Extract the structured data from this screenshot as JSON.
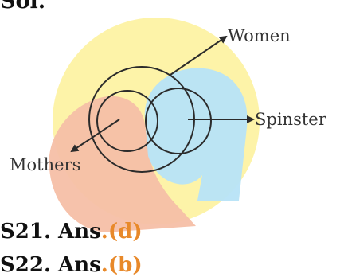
{
  "header": {
    "sol_label": "Sol."
  },
  "diagram": {
    "labels": {
      "women": "Women",
      "spinster": "Spinster",
      "mothers": "Mothers"
    },
    "colors": {
      "logo_yellow": "#fdf3a8",
      "logo_blue": "#b7e3f7",
      "logo_orange": "#f6bfa6",
      "line": "#2b2b2b"
    }
  },
  "answers": [
    {
      "prefix": "S21. Ans",
      "choice": ".(d)"
    },
    {
      "prefix": "S22. Ans",
      "choice": ".(b)"
    }
  ]
}
